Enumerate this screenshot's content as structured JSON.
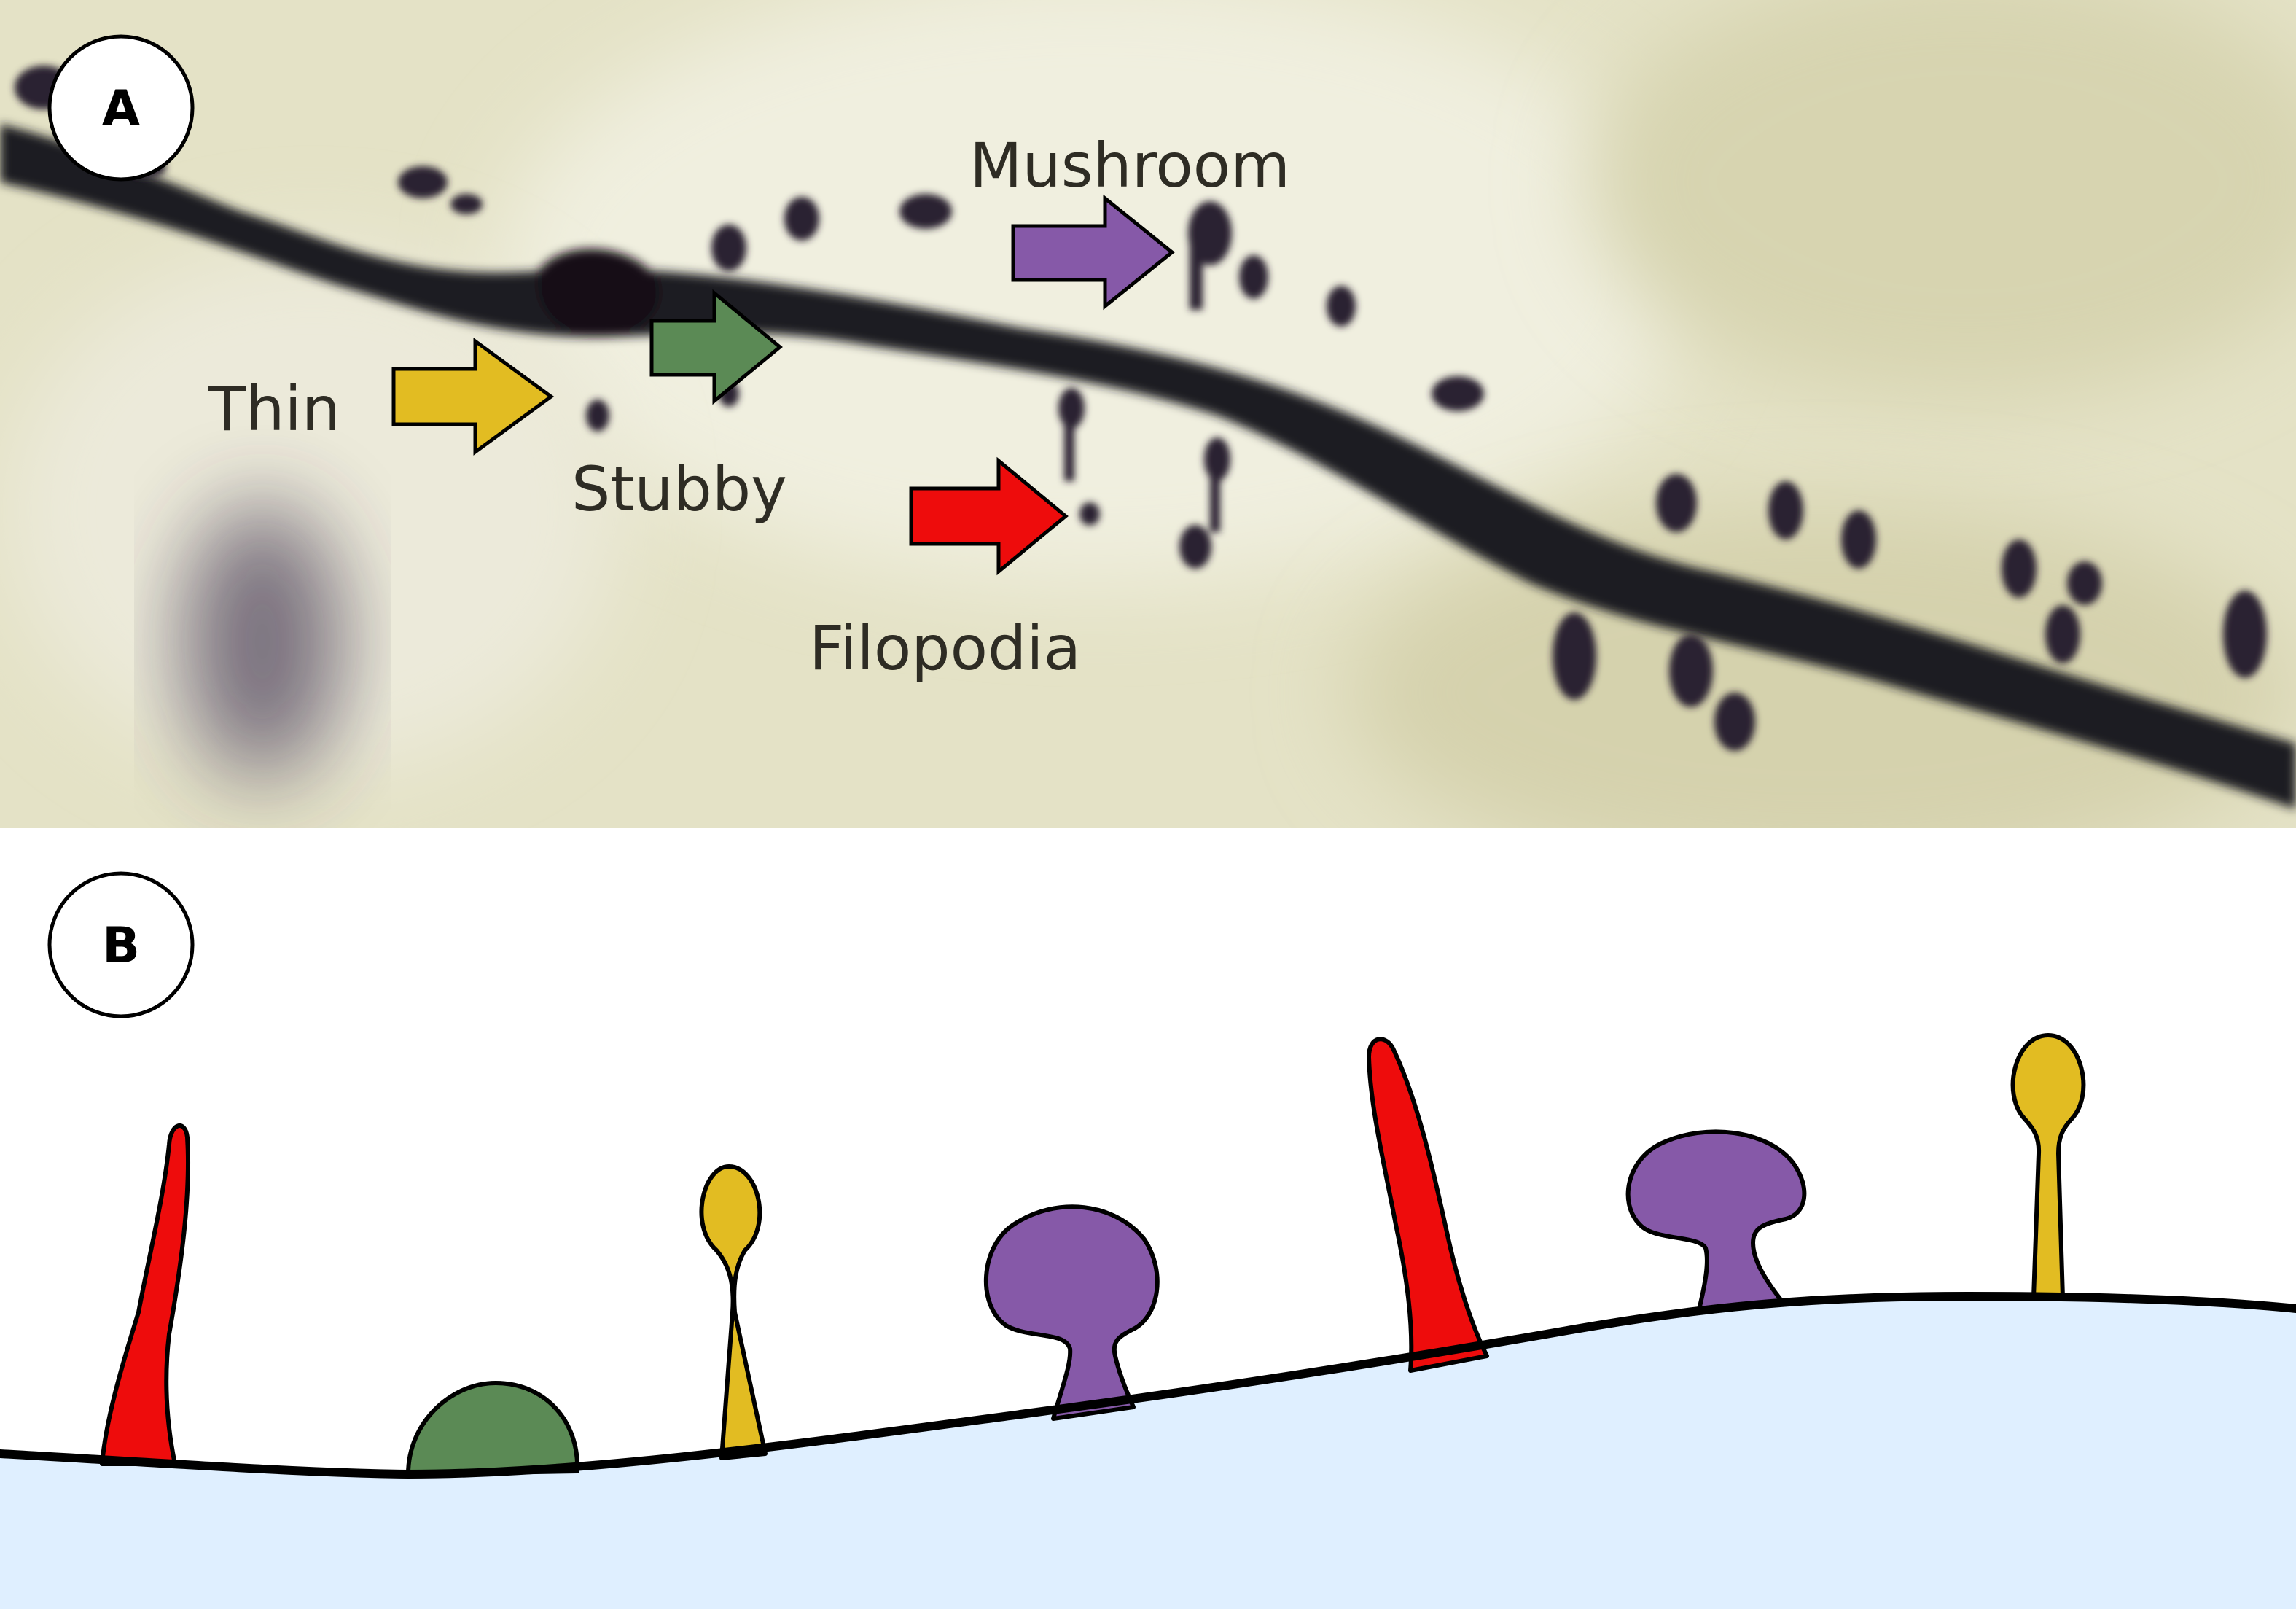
{
  "panel_a": {
    "letter": "A",
    "labels": {
      "thin": "Thin",
      "stubby": "Stubby",
      "mushroom": "Mushroom",
      "filopodia": "Filopodia"
    }
  },
  "panel_b": {
    "letter": "B"
  },
  "colors": {
    "thin": "#e2bc22",
    "stubby": "#5b8a55",
    "mushroom": "#8659a8",
    "filopodia": "#ee0c0c",
    "dendrite_fill": "#dfefff",
    "micrograph_background": "#e4e2c6"
  }
}
